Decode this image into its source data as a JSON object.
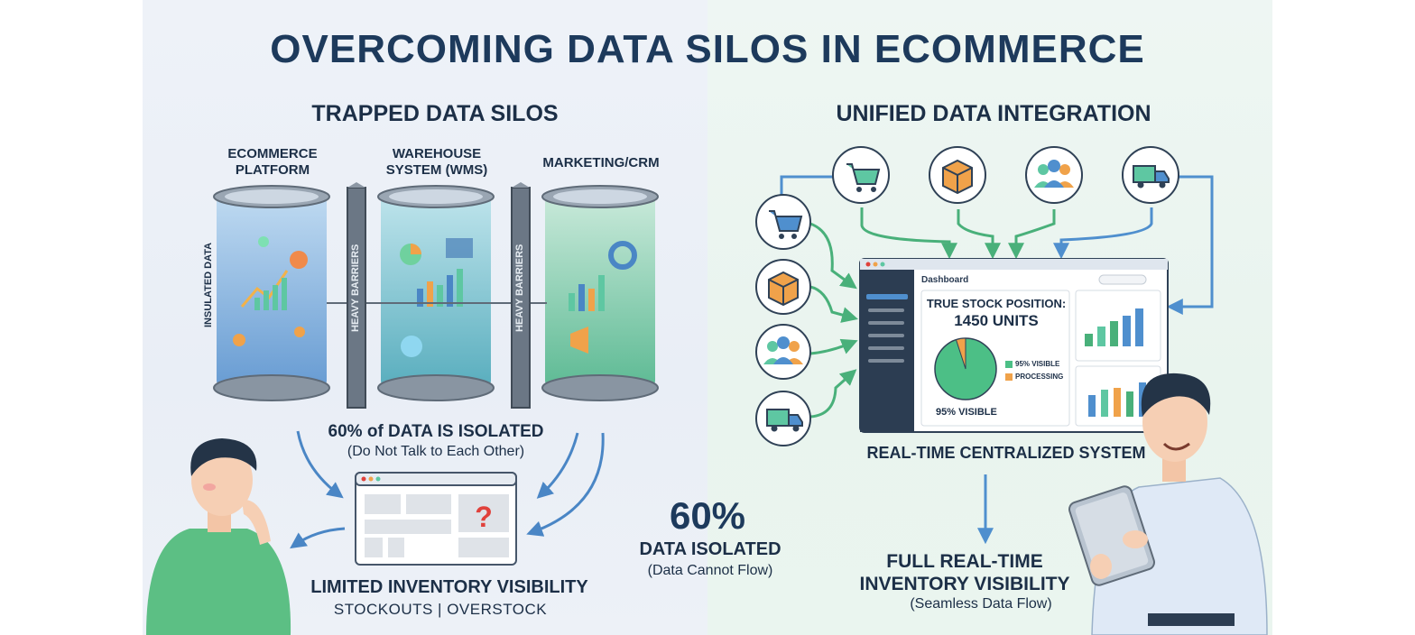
{
  "title": "OVERCOMING DATA SILOS IN ECOMMERCE",
  "left": {
    "heading": "TRAPPED DATA SILOS",
    "silos": [
      {
        "label_line1": "ECOMMERCE",
        "label_line2": "PLATFORM"
      },
      {
        "label_line1": "WAREHOUSE",
        "label_line2": "SYSTEM (WMS)"
      },
      {
        "label_line1": "MARKETING/CRM",
        "label_line2": ""
      }
    ],
    "insulated_label": "INSULATED DATA",
    "barrier_label": "HEAVY BARRIERS",
    "isolated_line1": "60% of DATA IS ISOLATED",
    "isolated_line2": "(Do Not Talk to Each Other)",
    "question_mark": "?",
    "outcome_title": "LIMITED INVENTORY VISIBILITY",
    "outcome_subtitle": "STOCKOUTS | OVERSTOCK"
  },
  "center_stat": {
    "value": "60%",
    "label": "DATA ISOLATED",
    "sublabel": "(Data Cannot Flow)"
  },
  "right": {
    "heading": "UNIFIED DATA INTEGRATION",
    "source_icons": [
      "shopping-cart-icon",
      "package-box-icon",
      "customers-group-icon",
      "delivery-truck-icon"
    ],
    "dashboard": {
      "title": "Dashboard",
      "stock_title": "TRUE STOCK POSITION:",
      "stock_value": "1450 UNITS",
      "legend_visible": "95% VISIBLE",
      "legend_processing": "PROCESSING",
      "pie_caption": "95% VISIBLE",
      "visible_fraction": 0.95
    },
    "system_label": "REAL-TIME CENTRALIZED SYSTEM",
    "outcome_title_line1": "FULL REAL-TIME",
    "outcome_title_line2": "INVENTORY VISIBILITY",
    "outcome_subtitle": "(Seamless Data Flow)"
  },
  "colors": {
    "title": "#1d3a5c",
    "text": "#1c2f47",
    "arrow_left": "#4a86c5",
    "arrow_right_blue": "#4f8fce",
    "arrow_right_green": "#49b07a",
    "pie_visible": "#4cbf86",
    "pie_processing": "#f0a24a",
    "question": "#e0413b"
  }
}
